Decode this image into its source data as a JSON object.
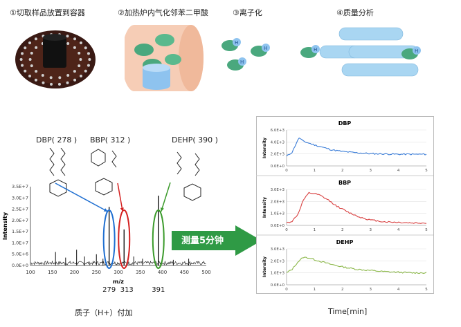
{
  "steps": [
    {
      "label": "①切取样品放置到容器"
    },
    {
      "label": "②加热炉内气化邻苯二甲酸"
    },
    {
      "label": "③离子化"
    },
    {
      "label": "④质量分析"
    }
  ],
  "ion_symbol": "H",
  "compounds": [
    {
      "label": "DBP( 278 )"
    },
    {
      "label": "BBP( 312 )"
    },
    {
      "label": "DEHP( 390 )"
    }
  ],
  "arrow_label": "测量5分钟",
  "caption_left": "质子（H+）付加",
  "caption_right": "Time[min]",
  "colors": {
    "blue": "#1f6fd1",
    "red": "#d42020",
    "green": "#3a9a2a",
    "arrow": "#2f9a45"
  },
  "chart_data": [
    {
      "type": "line",
      "title": "",
      "xlabel": "m/z",
      "ylabel": "Intensity",
      "xlim": [
        100,
        500
      ],
      "ylim": [
        0,
        35000000.0
      ],
      "x_ticks": [
        "100",
        "150",
        "200",
        "250",
        "300",
        "350",
        "400",
        "450",
        "500"
      ],
      "y_ticks": [
        "0.0E+0",
        "5.0E+6",
        "1.0E+7",
        "1.5E+7",
        "2.0E+7",
        "2.5E+7",
        "3.0E+7",
        "3.5E+7"
      ],
      "peak_labels": [
        "279",
        "313",
        "391"
      ],
      "peaks": [
        {
          "x": 279,
          "y": 26000000.0
        },
        {
          "x": 313,
          "y": 16000000.0
        },
        {
          "x": 391,
          "y": 31000000.0
        }
      ]
    },
    {
      "type": "line",
      "title": "DBP",
      "ylabel": "Intensity",
      "xlim": [
        0,
        5
      ],
      "ylim": [
        0,
        6000.0
      ],
      "x_ticks": [
        "0",
        "1",
        "2",
        "3",
        "4",
        "5"
      ],
      "y_ticks": [
        "0.0E+0",
        "2.0E+3",
        "4.0E+3",
        "6.0E+3"
      ],
      "series": [
        {
          "x": [
            0,
            0.2,
            0.35,
            0.45,
            0.6,
            0.8,
            1.0,
            1.3,
            1.6,
            2.0,
            2.5,
            3.0,
            3.5,
            4.0,
            4.5,
            5.0
          ],
          "y": [
            1600,
            2300,
            3800,
            4700,
            4100,
            3800,
            3500,
            3100,
            2700,
            2400,
            2200,
            2050,
            2000,
            1950,
            1950,
            1950
          ]
        }
      ]
    },
    {
      "type": "line",
      "title": "BBP",
      "ylabel": "Intensity",
      "xlim": [
        0,
        5
      ],
      "ylim": [
        0,
        3000.0
      ],
      "x_ticks": [
        "0",
        "1",
        "2",
        "3",
        "4",
        "5"
      ],
      "y_ticks": [
        "0.0E+0",
        "1.0E+3",
        "2.0E+3",
        "3.0E+3"
      ],
      "series": [
        {
          "x": [
            0,
            0.2,
            0.4,
            0.6,
            0.8,
            1.0,
            1.2,
            1.5,
            1.8,
            2.2,
            2.6,
            3.0,
            3.5,
            4.0,
            4.5,
            5.0
          ],
          "y": [
            200,
            350,
            900,
            2100,
            2700,
            2650,
            2500,
            2100,
            1600,
            1100,
            700,
            450,
            300,
            250,
            200,
            200
          ]
        }
      ]
    },
    {
      "type": "line",
      "title": "DEHP",
      "ylabel": "Intensity",
      "xlim": [
        0,
        5
      ],
      "ylim": [
        0,
        3000.0
      ],
      "x_ticks": [
        "0",
        "1",
        "2",
        "3",
        "4",
        "5"
      ],
      "y_ticks": [
        "0.0E+0",
        "1.0E+3",
        "2.0E+3",
        "3.0E+3"
      ],
      "series": [
        {
          "x": [
            0,
            0.2,
            0.4,
            0.6,
            0.8,
            1.0,
            1.3,
            1.6,
            2.0,
            2.5,
            3.0,
            3.5,
            4.0,
            4.5,
            5.0
          ],
          "y": [
            1000,
            1300,
            1900,
            2300,
            2250,
            2100,
            1900,
            1700,
            1500,
            1300,
            1200,
            1100,
            1050,
            1000,
            1000
          ]
        }
      ]
    }
  ]
}
